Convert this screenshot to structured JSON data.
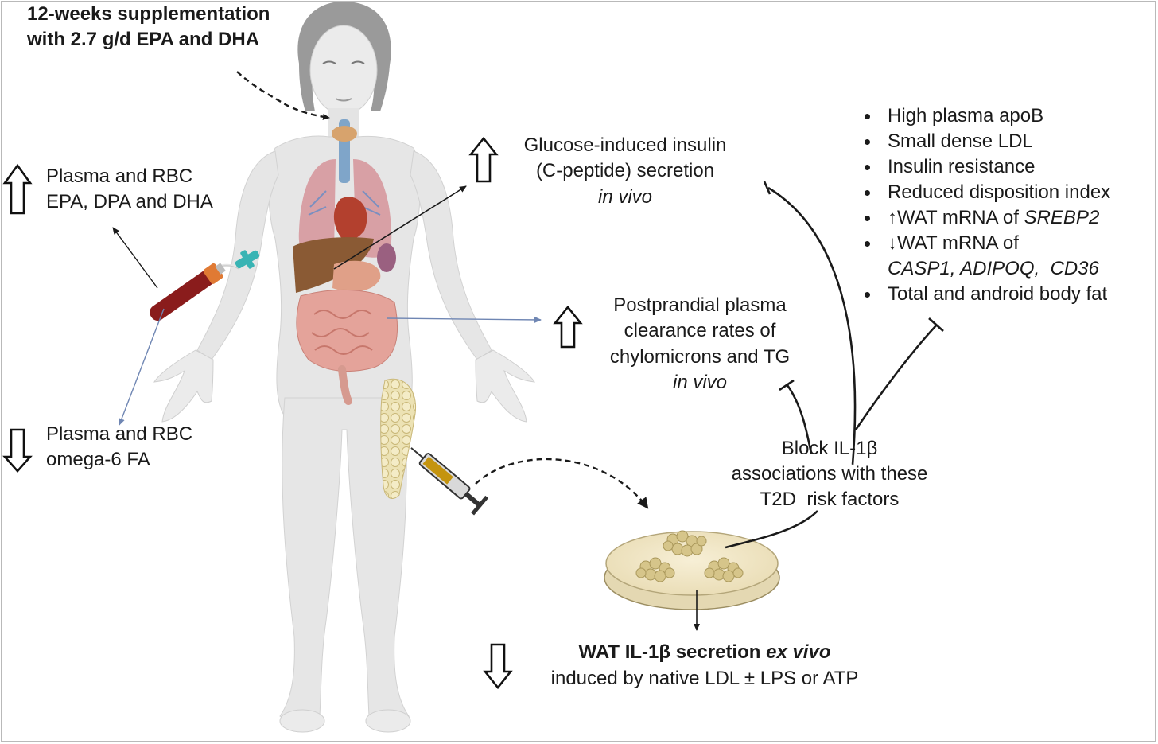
{
  "title": {
    "line1": "12-weeks supplementation",
    "line2": "with 2.7 g/d EPA and DHA"
  },
  "left_up": {
    "line1": "Plasma and RBC",
    "line2": "EPA, DPA and DHA"
  },
  "left_down": {
    "line1": "Plasma and RBC",
    "line2": "omega-6 FA"
  },
  "insulin": {
    "line1": "Glucose-induced insulin",
    "line2": "(C-peptide) secretion",
    "line3": "in vivo"
  },
  "clearance": {
    "line1": "Postprandial plasma",
    "line2": "clearance rates of",
    "line3": "chylomicrons and TG",
    "line4": "in vivo"
  },
  "risk_factors": {
    "items": [
      {
        "text": "High plasma apoB"
      },
      {
        "text": "Small dense LDL"
      },
      {
        "text": "Insulin resistance"
      },
      {
        "text": "Reduced disposition index"
      },
      {
        "prefix": "↑WAT mRNA of ",
        "gene": "SREBP2"
      },
      {
        "prefix": "↓WAT mRNA of",
        "genes": "CASP1, ADIPOQ,  CD36"
      },
      {
        "text": "Total and android body fat"
      }
    ]
  },
  "block": {
    "line1": "Block IL-1β",
    "line2": "associations with these",
    "line3": "T2D  risk factors"
  },
  "wat": {
    "bold": "WAT IL-1β secretion ",
    "italic": "ex vivo",
    "line2": "induced by native LDL ± LPS or ATP"
  },
  "colors": {
    "text": "#1a1a1a",
    "body": "#e6e6e6",
    "blue_line": "#7a90b8",
    "blood": "#8a1c1c",
    "fat": "#e8dca6",
    "dish": "#f3e9c9"
  },
  "icons": {
    "up": "up-outline-arrow-icon",
    "down": "down-outline-arrow-icon",
    "blood_tube": "blood-tube-icon",
    "syringe": "syringe-icon",
    "petri_dish": "petri-dish-icon",
    "person": "human-body-icon"
  }
}
